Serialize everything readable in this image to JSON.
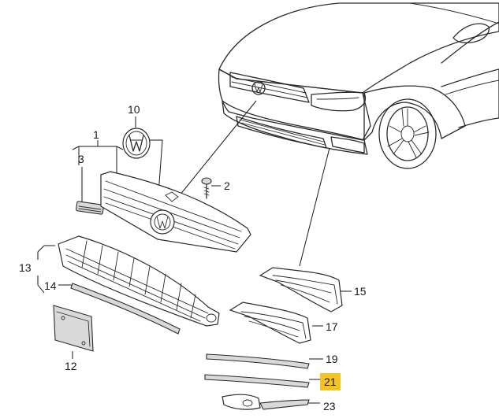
{
  "diagram": {
    "callouts": [
      {
        "id": "1",
        "text": "1"
      },
      {
        "id": "2",
        "text": "2"
      },
      {
        "id": "3",
        "text": "3"
      },
      {
        "id": "10",
        "text": "10"
      },
      {
        "id": "12",
        "text": "12"
      },
      {
        "id": "13",
        "text": "13"
      },
      {
        "id": "14",
        "text": "14"
      },
      {
        "id": "15",
        "text": "15"
      },
      {
        "id": "17",
        "text": "17"
      },
      {
        "id": "19",
        "text": "19"
      },
      {
        "id": "21",
        "text": "21"
      },
      {
        "id": "23",
        "text": "23"
      }
    ],
    "highlighted_callout": "21",
    "highlight_color": "#f6c324"
  }
}
